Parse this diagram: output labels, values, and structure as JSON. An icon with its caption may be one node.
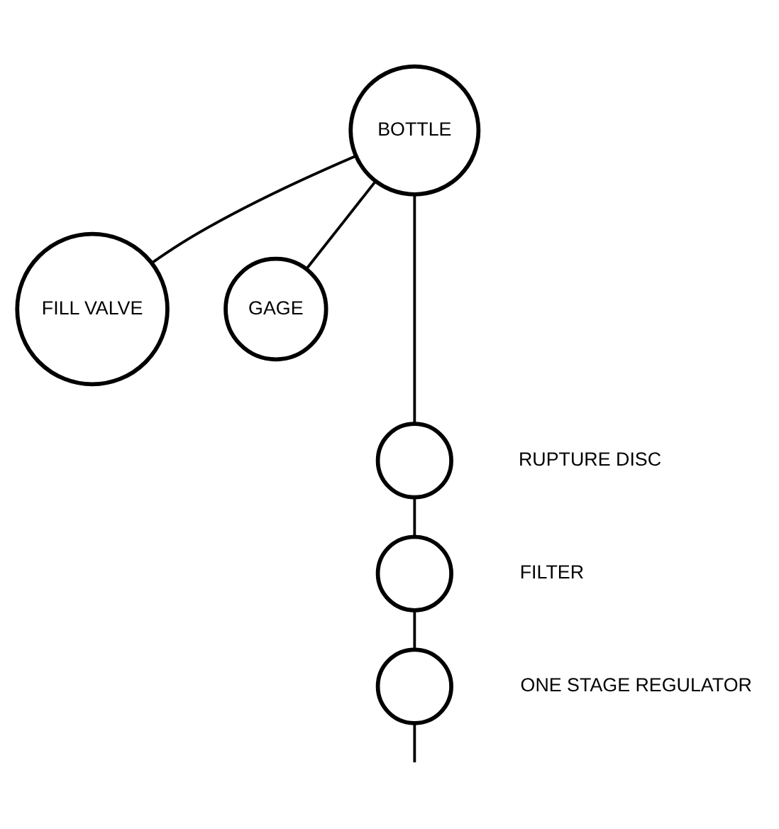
{
  "diagram": {
    "nodes": [
      {
        "text": [
          "BOTTLE"
        ]
      },
      {
        "text": [
          "FILL VALVE"
        ]
      },
      {
        "text": [
          "GAGE"
        ]
      },
      {
        "text": [],
        "shape": "circle",
        "beside": [
          "RUPTURE DISC"
        ]
      },
      {
        "text": [],
        "shape": "circle",
        "beside": [
          "FILTER"
        ]
      },
      {
        "text": [],
        "shape": "circle",
        "beside": [
          "ONE STAGE REGULATOR"
        ]
      }
    ],
    "edges": [
      {
        "from": 0,
        "to": 1,
        "arrow": "none"
      },
      {
        "from": 0,
        "to": 2,
        "arrow": "none"
      },
      {
        "from": 0,
        "to": 3,
        "arrow": "none"
      },
      {
        "from": 3,
        "to": 4,
        "arrow": "none"
      },
      {
        "from": 4,
        "to": 5,
        "arrow": "none"
      },
      {
        "from": 5,
        "to": null,
        "arrow": "none"
      }
    ]
  }
}
